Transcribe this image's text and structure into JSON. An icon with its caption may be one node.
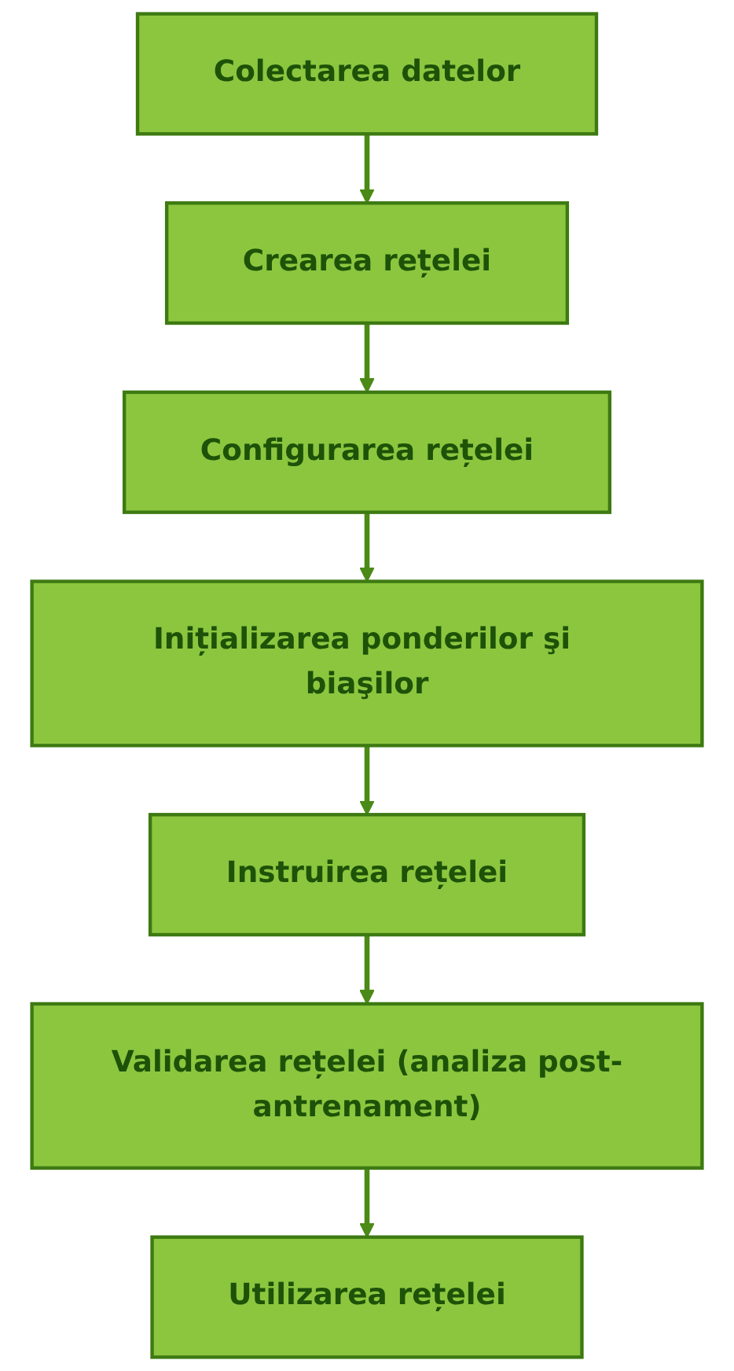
{
  "diagram": {
    "nodes": [
      {
        "text": [
          "Colectarea datelor"
        ]
      },
      {
        "text": [
          "Crearea rețelei"
        ]
      },
      {
        "text": [
          "Configurarea rețelei"
        ]
      },
      {
        "text": [
          "Inițializarea ponderilor şi biaşilor"
        ]
      },
      {
        "text": [
          "Instruirea rețelei"
        ]
      },
      {
        "text": [
          "Validarea rețelei (analiza post-antrenament)"
        ]
      },
      {
        "text": [
          "Utilizarea rețelei"
        ]
      }
    ],
    "edges": [
      {
        "from": 0,
        "to": 1,
        "arrow": "to"
      },
      {
        "from": 1,
        "to": 2,
        "arrow": "to"
      },
      {
        "from": 2,
        "to": 3,
        "arrow": "to"
      },
      {
        "from": 3,
        "to": 4,
        "arrow": "to"
      },
      {
        "from": 4,
        "to": 5,
        "arrow": "to"
      },
      {
        "from": 5,
        "to": 6,
        "arrow": "to"
      }
    ]
  }
}
